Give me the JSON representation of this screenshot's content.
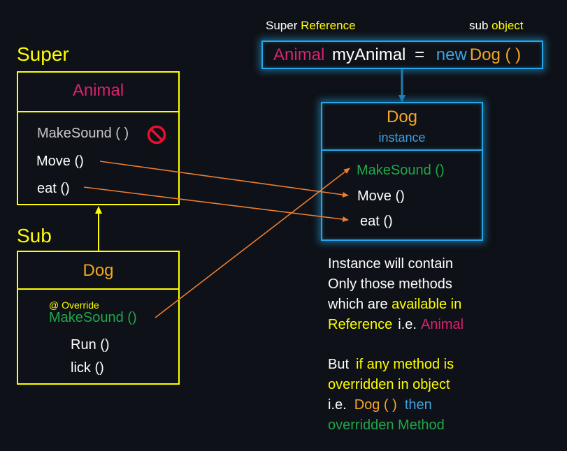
{
  "header": {
    "super_word": "Super",
    "reference_word": "Reference",
    "sub_word": "sub",
    "object_word": "object"
  },
  "declaration": {
    "type": "Animal",
    "variable": "myAnimal",
    "equals": "=",
    "new_kw": "new",
    "constructor": "Dog ( )"
  },
  "super_section": {
    "label": "Super",
    "class_name": "Animal",
    "methods": [
      "MakeSound ( )",
      "Move ()",
      "eat ()"
    ],
    "blocked_icon": "prohibited-icon"
  },
  "sub_section": {
    "label": "Sub",
    "class_name": "Dog",
    "annotation": "@ Override",
    "override_method": "MakeSound ()",
    "methods": [
      "Run ()",
      "lick ()"
    ]
  },
  "instance_box": {
    "title": "Dog",
    "subtitle": "instance",
    "methods": [
      "MakeSound ()",
      "Move ()",
      "eat ()"
    ]
  },
  "explanation": {
    "p1_line1": "Instance will contain",
    "p1_line2": "Only those methods",
    "p1_line3_a": "which are ",
    "p1_line3_b": "available in",
    "p1_line4_a": "Reference",
    "p1_line4_b": "i.e.",
    "p1_line4_c": "Animal",
    "p2_line1_a": "But",
    "p2_line1_b": "if any method is",
    "p2_line2": "overridden in object",
    "p2_line3_a": "i.e.",
    "p2_line3_b": "Dog ( )",
    "p2_line3_c": "then",
    "p2_line4": "overridden Method"
  },
  "colors": {
    "yellow": "#ffff00",
    "orange": "#f5a623",
    "pink": "#d6246e",
    "green": "#1fa84a",
    "blue": "#25a6e8",
    "arrow": "#ed7d31",
    "background": "#0e1117"
  }
}
